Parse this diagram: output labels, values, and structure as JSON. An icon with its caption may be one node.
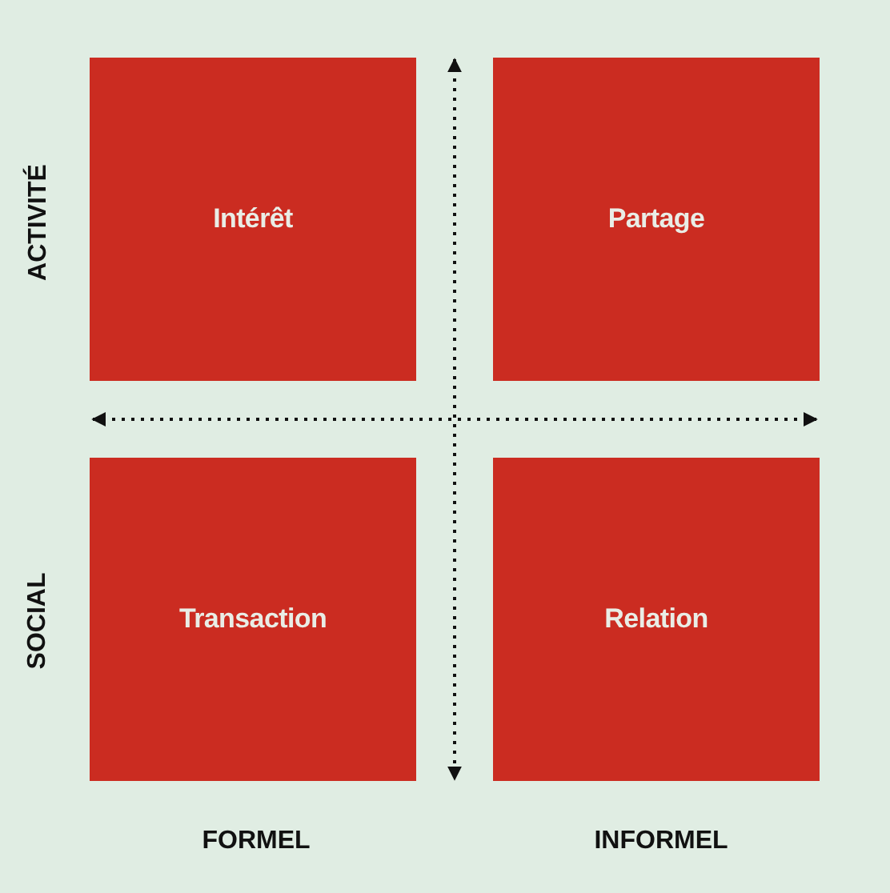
{
  "diagram": {
    "nodes": [
      {
        "text": [
          "Intérêt"
        ]
      },
      {
        "text": [
          "Partage"
        ]
      },
      {
        "text": [
          "Transaction"
        ]
      },
      {
        "text": [
          "Relation"
        ]
      }
    ],
    "labels": [
      "ACTIVITÉ",
      "SOCIAL",
      "FORMEL",
      "INFORMEL"
    ]
  }
}
